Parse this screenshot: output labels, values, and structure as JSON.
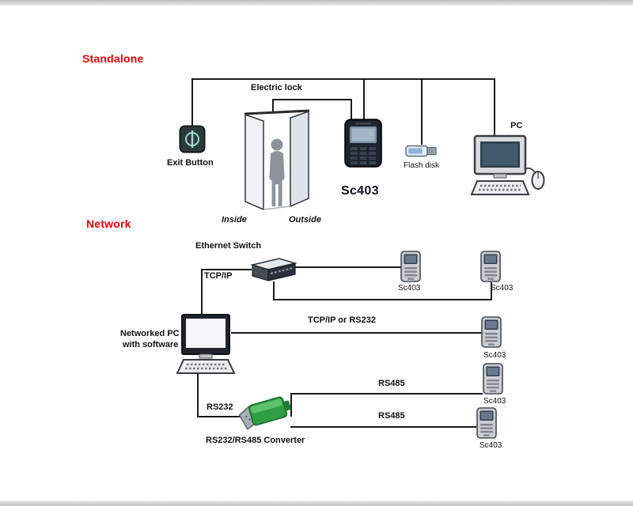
{
  "diagram": {
    "standalone": {
      "title": "Standalone",
      "electric_lock_label": "Electric lock",
      "exit_button_label": "Exit Button",
      "pc_label": "PC",
      "flash_disk_label": "Flash disk",
      "device_label": "Sc403",
      "inside_label": "Inside",
      "outside_label": "Outside"
    },
    "network": {
      "title": "Network",
      "ethernet_switch_label": "Ethernet Switch",
      "tcpip_label": "TCP/IP",
      "networked_pc_label_line1": "Networked PC",
      "networked_pc_label_line2": "with software",
      "tcpip_or_rs232_label": "TCP/IP or RS232",
      "rs232_label": "RS232",
      "converter_label": "RS232/RS485 Converter",
      "rs485_upper_label": "RS485",
      "rs485_lower_label": "RS485",
      "switch_device1_label": "Sc403",
      "switch_device2_label": "Sc403",
      "direct_device_label": "Sc403",
      "rs485_device1_label": "Sc403",
      "rs485_device2_label": "Sc403"
    },
    "colors": {
      "section_title": "#e60000",
      "connector": "#1b1b1b",
      "label_text": "#111111"
    }
  }
}
